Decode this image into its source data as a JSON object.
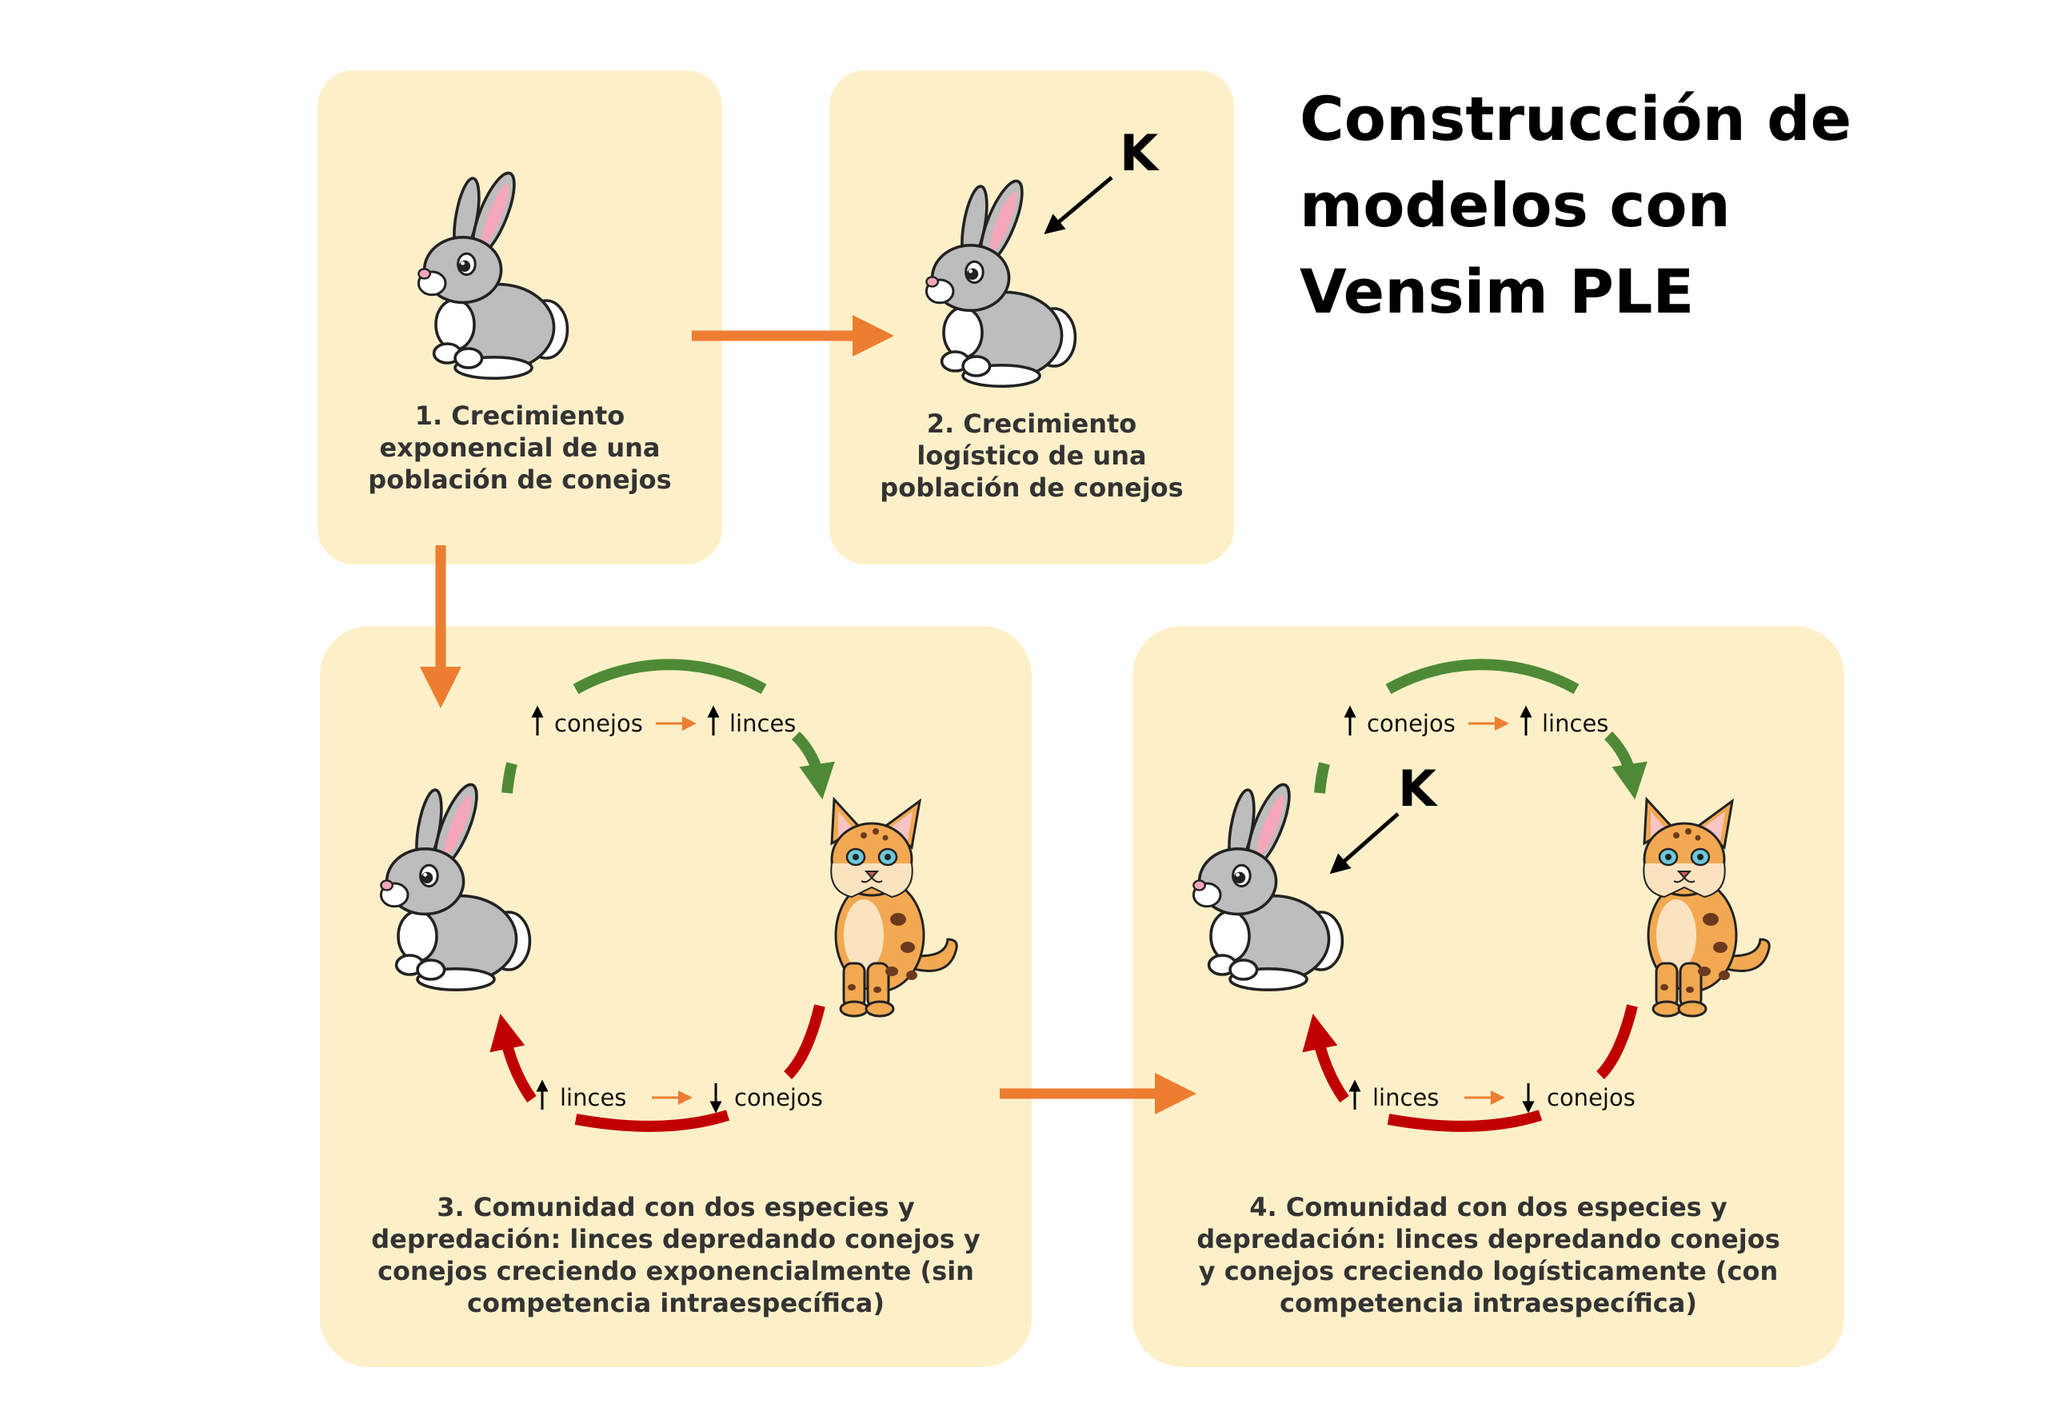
{
  "title": {
    "line1": "Construcción de",
    "line2": "modelos con",
    "line3": "Vensim PLE"
  },
  "boxes": [
    {
      "lines": [
        "1. Crecimiento",
        "exponencial de una",
        "población de conejos"
      ]
    },
    {
      "lines": [
        "2. Crecimiento",
        "logístico de una",
        "población de conejos"
      ],
      "k_label": "K"
    },
    {
      "lines": [
        "3. Comunidad con dos especies y",
        "depredación: linces depredando conejos y",
        "conejos creciendo exponencialmente (sin",
        "competencia intraespecífica)"
      ],
      "cycle": {
        "top_from": "conejos",
        "top_to": "linces",
        "bottom_from": "linces",
        "bottom_to": "conejos"
      }
    },
    {
      "lines": [
        "4. Comunidad con dos especies y",
        "depredación: linces depredando conejos",
        "y conejos creciendo logísticamente (con",
        "competencia intraespecífica)"
      ],
      "k_label": "K",
      "cycle": {
        "top_from": "conejos",
        "top_to": "linces",
        "bottom_from": "linces",
        "bottom_to": "conejos"
      }
    }
  ],
  "colors": {
    "box_fill": "#FDF0C9",
    "orange_arrow": "#ED7D31",
    "green_arrow": "#4E8A35",
    "red_arrow": "#C00000",
    "rabbit_gray": "#BDBDBD",
    "lynx_orange": "#F2A951"
  },
  "icons": [
    "rabbit-illustration",
    "lynx-illustration",
    "up-arrow-icon",
    "down-arrow-icon"
  ]
}
